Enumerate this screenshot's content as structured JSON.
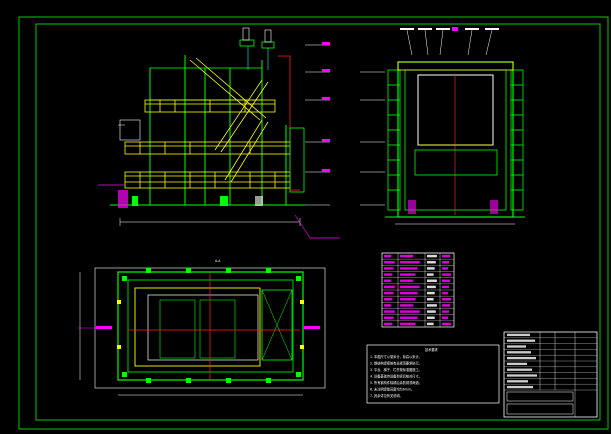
{
  "drawing": {
    "background": "#000000",
    "colors": {
      "frame": "#00cc00",
      "green": "#00ff00",
      "yellow": "#ffff00",
      "magenta": "#ff00ff",
      "red": "#ff2020",
      "white": "#ffffff",
      "cyan": "#00ffff"
    }
  },
  "views": {
    "elevation": {
      "name": "side-elevation"
    },
    "front": {
      "name": "front-elevation"
    },
    "plan": {
      "name": "plan-view",
      "section_mark": "A-A"
    }
  },
  "legend_table": {
    "rows": 12
  },
  "notes": {
    "heading": "技术要求",
    "lines": [
      "1. 本图尺寸以毫米计，标高以米计。",
      "2. 钢结构焊接按有关规范要求执行。",
      "3. 平台、梯子、栏杆按标准图施工。",
      "4. 设备基础待设备到货后核对尺寸。",
      "5. 所有钢构件除锈后涂防锈漆两道。",
      "6. 未注明焊缝高度均为6mm。",
      "7. 其余详见有关说明。"
    ]
  },
  "title_block": {
    "rows": 10
  }
}
